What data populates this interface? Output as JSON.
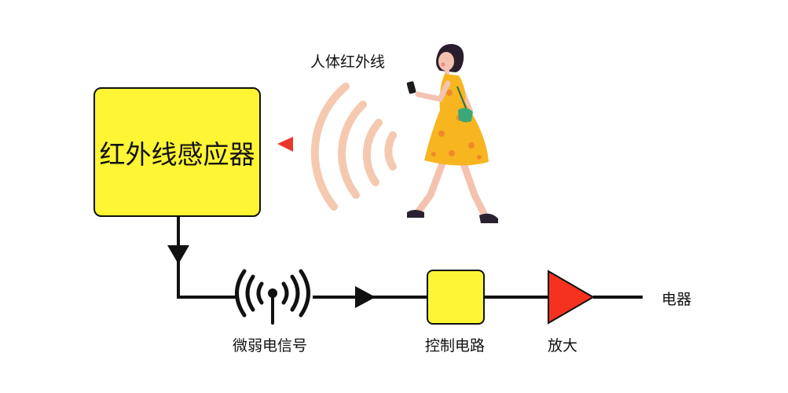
{
  "labels": {
    "sensor": "红外线感应器",
    "human_ir": "人体红外线",
    "weak_signal": "微弱电信号",
    "control_circuit": "控制电路",
    "amplify": "放大",
    "appliance": "电器"
  },
  "colors": {
    "box_fill": "#fef535",
    "line": "#111111",
    "amplifier": "#f5321e",
    "pointer": "#e8382a",
    "ir_waves": "#f5c9b0",
    "dress": "#f7b520",
    "hair": "#2a1e2e",
    "skin": "#f4c3b0",
    "bag": "#3aa878"
  },
  "icons": [
    "antenna-icon",
    "person-walking-with-phone",
    "infrared-waves-icon"
  ]
}
